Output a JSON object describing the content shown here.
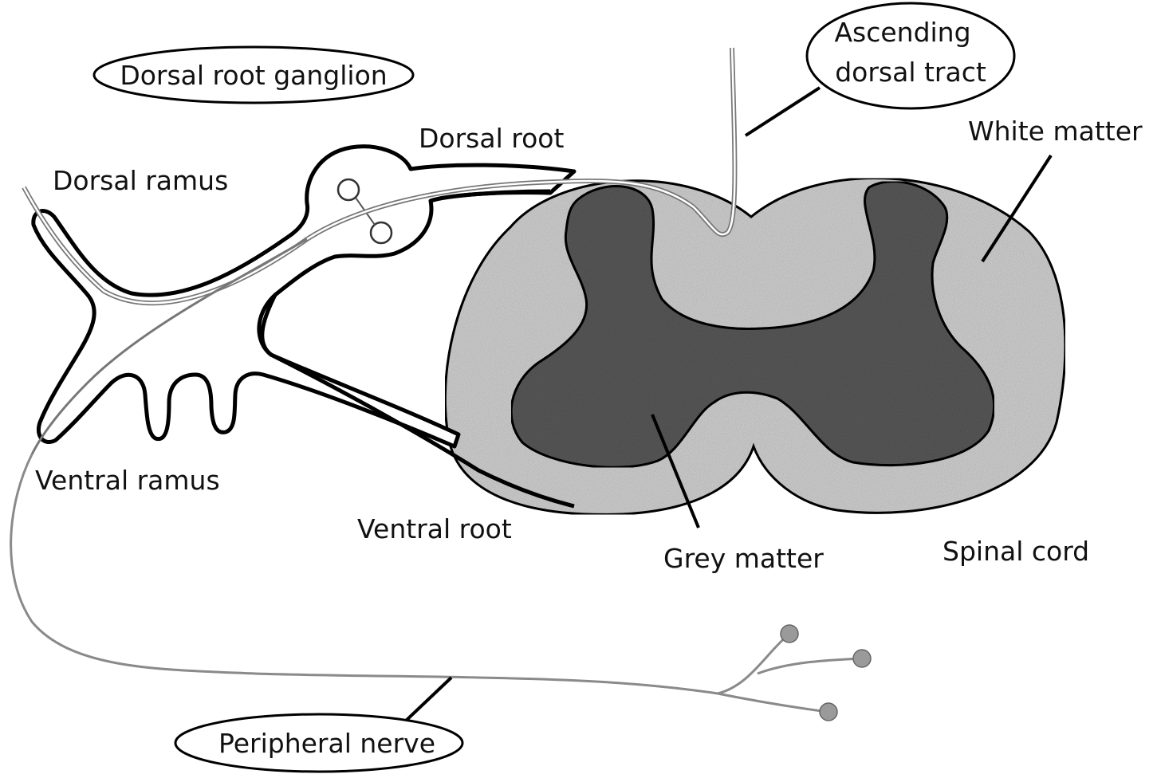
{
  "labels": {
    "dorsal_root_ganglion": "Dorsal root ganglion",
    "ascending_line1": "Ascending",
    "ascending_line2": "dorsal tract",
    "dorsal_root": "Dorsal root",
    "dorsal_ramus": "Dorsal ramus",
    "white_matter": "White matter",
    "ventral_ramus": "Ventral ramus",
    "ventral_root": "Ventral root",
    "grey_matter": "Grey matter",
    "spinal_cord": "Spinal cord",
    "peripheral_nerve": "Peripheral nerve"
  },
  "colors": {
    "white_matter": "#d2d2d2",
    "grey_matter": "#5a5a5a",
    "outline": "#000000",
    "nerve_fiber": "#888888",
    "terminal": "#9a9a9a"
  }
}
